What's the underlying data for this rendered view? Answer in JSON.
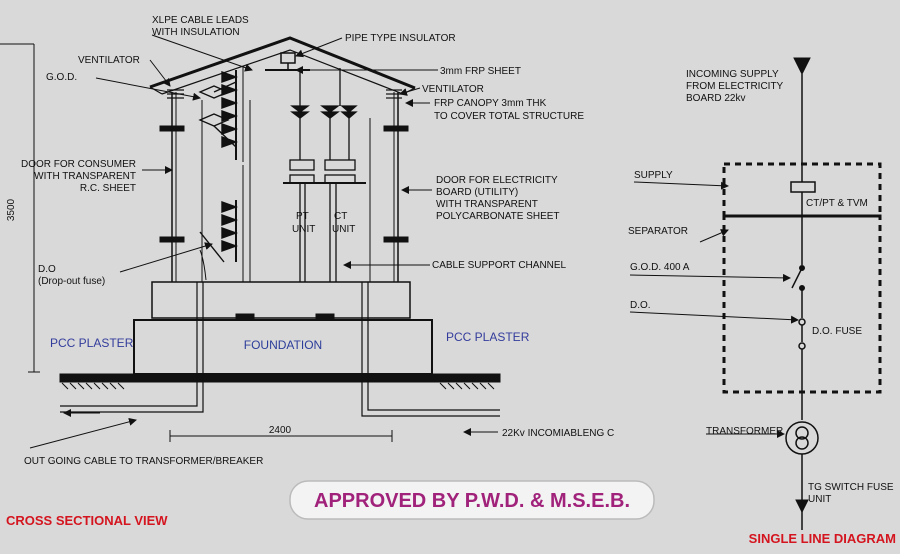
{
  "labels": {
    "xlpe": [
      "XLPE CABLE LEADS",
      "WITH INSULATION"
    ],
    "pipe_insulator": "PIPE TYPE INSULATOR",
    "ventilator_left": "VENTILATOR",
    "frp_sheet": "3mm FRP SHEET",
    "god": "G.O.D.",
    "ventilator_right": "VENTILATOR",
    "frp_canopy": [
      "FRP CANOPY 3mm THK",
      "TO COVER TOTAL STRUCTURE"
    ],
    "door_consumer": [
      "DOOR FOR CONSUMER",
      "WITH TRANSPARENT",
      "R.C. SHEET"
    ],
    "door_eb": [
      "DOOR FOR ELECTRICITY",
      "BOARD (UTILITY)",
      "WITH TRANSPARENT",
      "POLYCARBONATE SHEET"
    ],
    "height_dim": "3500",
    "pt_unit": [
      "PT",
      "UNIT"
    ],
    "ct_unit": [
      "CT",
      "UNIT"
    ],
    "do_fuse": [
      "D.O",
      "(Drop-out fuse)"
    ],
    "cable_channel": "CABLE SUPPORT CHANNEL",
    "pcc_left": "PCC PLASTER",
    "foundation": "FOUNDATION",
    "pcc_right": "PCC PLASTER",
    "width_dim": "2400",
    "incoming_cable": "22Kv INCOMIABLENG C",
    "outgoing": "OUT GOING CABLE TO TRANSFORMER/BREAKER",
    "approved": "APPROVED BY P.W.D. & M.S.E.B.",
    "cross_section_title": "CROSS SECTIONAL VIEW",
    "single_line_title": "SINGLE LINE DIAGRAM",
    "incoming_supply": [
      "INCOMING SUPPLY",
      "FROM ELECTRICITY",
      "BOARD 22kv"
    ],
    "supply": "SUPPLY",
    "ct_pt_tvm": "CT/PT & TVM",
    "separator": "SEPARATOR",
    "god_400": "G.O.D. 400 A",
    "do": "D.O.",
    "do_fuse_sld": "D.O. FUSE",
    "transformer": "TRANSFORMER",
    "tg_switch": [
      "TG SWITCH FUSE",
      "UNIT"
    ]
  },
  "colors": {
    "background": "#d9d9d9",
    "line": "#111111",
    "blue_text": "#333c9c",
    "red_title": "#d4151f",
    "approved_text": "#a0227a"
  }
}
